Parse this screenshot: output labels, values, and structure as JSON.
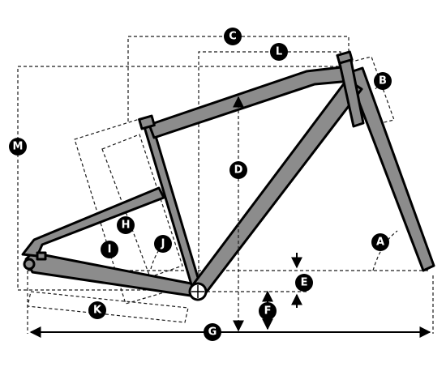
{
  "markers": {
    "A": "A",
    "B": "B",
    "C": "C",
    "D": "D",
    "E": "E",
    "F": "F",
    "G": "G",
    "H": "H",
    "I": "I",
    "J": "J",
    "K": "K",
    "L": "L",
    "M": "M"
  },
  "colors": {
    "frame_fill": "#8c8c8c",
    "outline": "#000000",
    "badge_fill": "#000000",
    "badge_text": "#ffffff"
  }
}
